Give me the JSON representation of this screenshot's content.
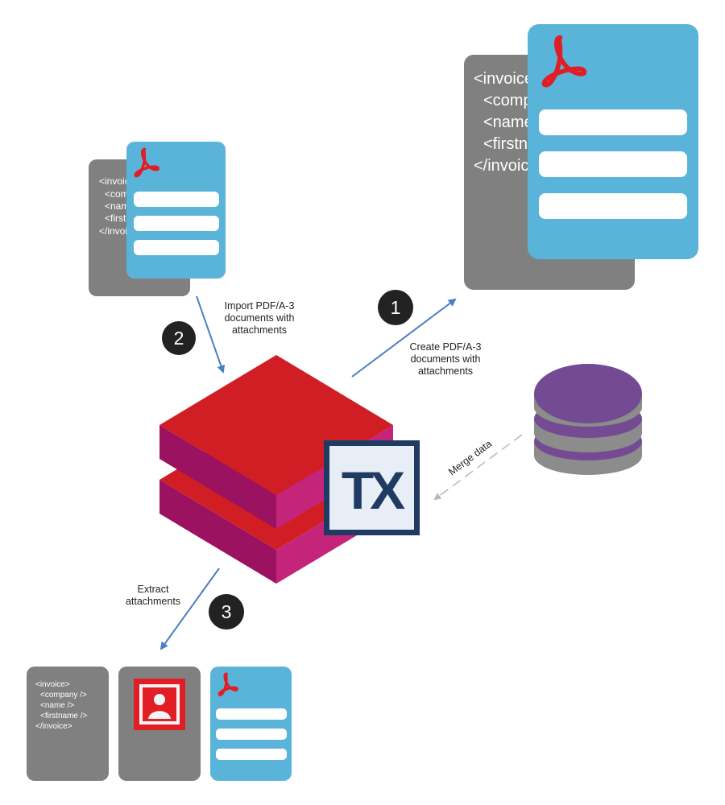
{
  "xml_snippet": {
    "lines": [
      "<invoice>",
      "<company />",
      "<name />",
      "<firstname />",
      "</invoice>"
    ]
  },
  "logo": {
    "text": "TX"
  },
  "steps": [
    {
      "number": "1",
      "label": [
        "Create PDF/A-3",
        "documents with",
        "attachments"
      ]
    },
    {
      "number": "2",
      "label": [
        "Import PDF/A-3",
        "documents with",
        "attachments"
      ]
    },
    {
      "number": "3",
      "label": [
        "Extract",
        "attachments"
      ]
    }
  ],
  "merge_label": "Merge data",
  "icons": [
    "pdf-icon",
    "xml-document-icon",
    "database-icon",
    "image-attachment-icon",
    "tx-logo-icon",
    "layers-icon"
  ],
  "colors": {
    "gray_doc": "#808080",
    "blue_doc": "#5ab4da",
    "pdf_red": "#e11d25",
    "arrow_blue": "#4a7fc1",
    "layer_top": "#d11d24",
    "layer_left": "#9b1260",
    "layer_right": "#c42479",
    "db_purple": "#744b93",
    "db_gray": "#8c8c8c",
    "tx_navy": "#1f3b63",
    "tx_bg": "#e8eef6",
    "badge": "#222222"
  }
}
